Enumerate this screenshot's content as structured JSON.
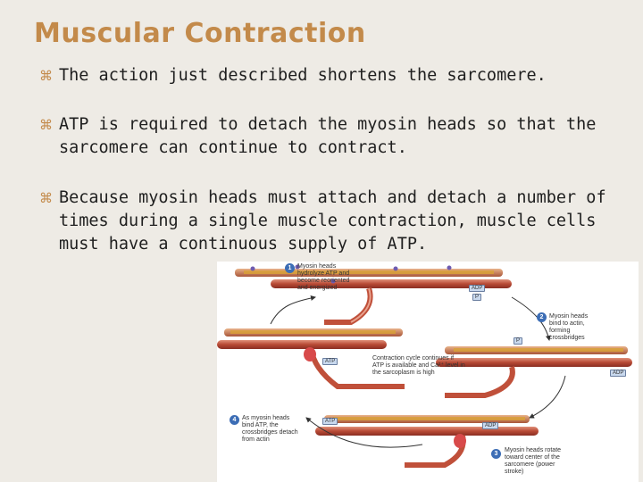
{
  "title": "Muscular Contraction",
  "bullets": [
    {
      "text": "The action just described shortens the sarcomere."
    },
    {
      "text": "ATP is required to detach the myosin heads so that the sarcomere can continue to contract."
    },
    {
      "text": "Because myosin heads must attach and detach a number of times during a single muscle contraction, muscle cells must have a continuous supply of ATP."
    }
  ],
  "figure": {
    "steps": [
      {
        "num": "1",
        "text": "Myosin heads\nhydrolyze ATP and\nbecome reoriented\nand energized"
      },
      {
        "num": "2",
        "text": "Myosin heads\nbind to actin,\nforming\ncrossbridges"
      },
      {
        "num": "3",
        "text": "Myosin heads rotate\ntoward center of the\nsarcomere (power\nstroke)"
      },
      {
        "num": "4",
        "text": "As myosin heads\nbind ATP, the\ncrossbridges detach\nfrom actin"
      }
    ],
    "center_text": "Contraction cycle continues if\nATP is available and Ca²⁺ level in\nthe sarcoplasm is high",
    "chem_labels": {
      "adp_top": "ADP",
      "p_top": "P",
      "p_right": "P",
      "adp_right": "ADP",
      "atp_left": "ATP",
      "atp_bottom": "ATP",
      "adp_bottom": "ADP"
    }
  }
}
